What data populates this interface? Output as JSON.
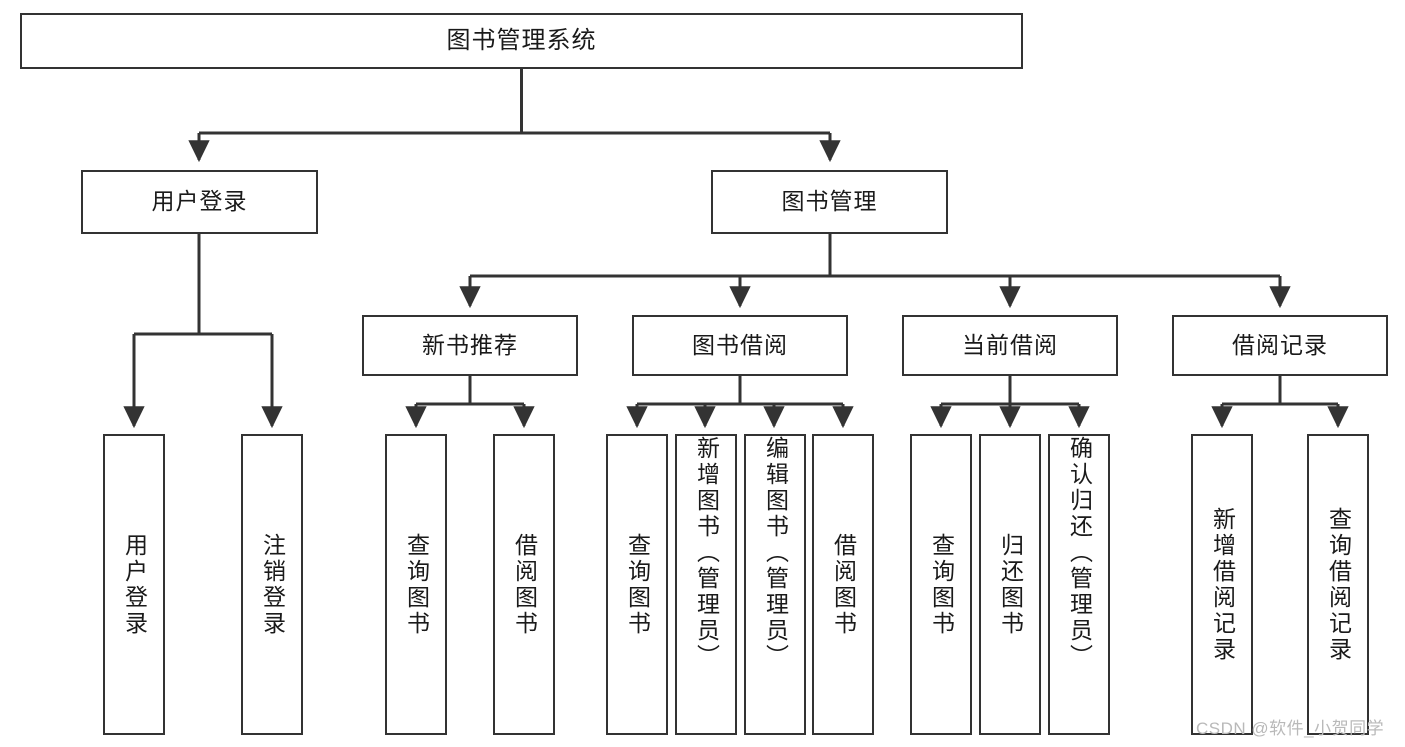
{
  "diagram": {
    "title": "图书管理系统",
    "type": "function-structure-tree",
    "colors": {
      "stroke": "#333333",
      "node_fill": "#ffffff",
      "text": "#1a1a1a",
      "watermark": "#b9b9b9",
      "background": "#ffffff"
    },
    "nodes": {
      "root": {
        "label": "图书管理系统"
      },
      "level2": [
        {
          "id": "user-login",
          "label": "用户登录"
        },
        {
          "id": "book-manage",
          "label": "图书管理"
        }
      ],
      "level3": [
        {
          "id": "new-book-recommend",
          "label": "新书推荐"
        },
        {
          "id": "book-borrow",
          "label": "图书借阅"
        },
        {
          "id": "current-borrow",
          "label": "当前借阅"
        },
        {
          "id": "borrow-record",
          "label": "借阅记录"
        }
      ],
      "leaves": {
        "user-login": [
          {
            "id": "leaf-user-login",
            "label": "用户登录"
          },
          {
            "id": "leaf-user-logout",
            "label": "注销登录"
          }
        ],
        "new-book-recommend": [
          {
            "id": "leaf-query-book-1",
            "label": "查询图书"
          },
          {
            "id": "leaf-borrow-book-1",
            "label": "借阅图书"
          }
        ],
        "book-borrow": [
          {
            "id": "leaf-query-book-2",
            "label": "查询图书"
          },
          {
            "id": "leaf-add-book-admin",
            "label": "新增图书（管理员）"
          },
          {
            "id": "leaf-edit-book-admin",
            "label": "编辑图书（管理员）"
          },
          {
            "id": "leaf-borrow-book-2",
            "label": "借阅图书"
          }
        ],
        "current-borrow": [
          {
            "id": "leaf-query-book-3",
            "label": "查询图书"
          },
          {
            "id": "leaf-return-book",
            "label": "归还图书"
          },
          {
            "id": "leaf-confirm-return-admin",
            "label": "确认归还（管理员）"
          }
        ],
        "borrow-record": [
          {
            "id": "leaf-add-borrow-record",
            "label": "新增借阅记录"
          },
          {
            "id": "leaf-query-borrow-record",
            "label": "查询借阅记录"
          }
        ]
      }
    },
    "watermark": "CSDN @软件_小贺同学"
  }
}
